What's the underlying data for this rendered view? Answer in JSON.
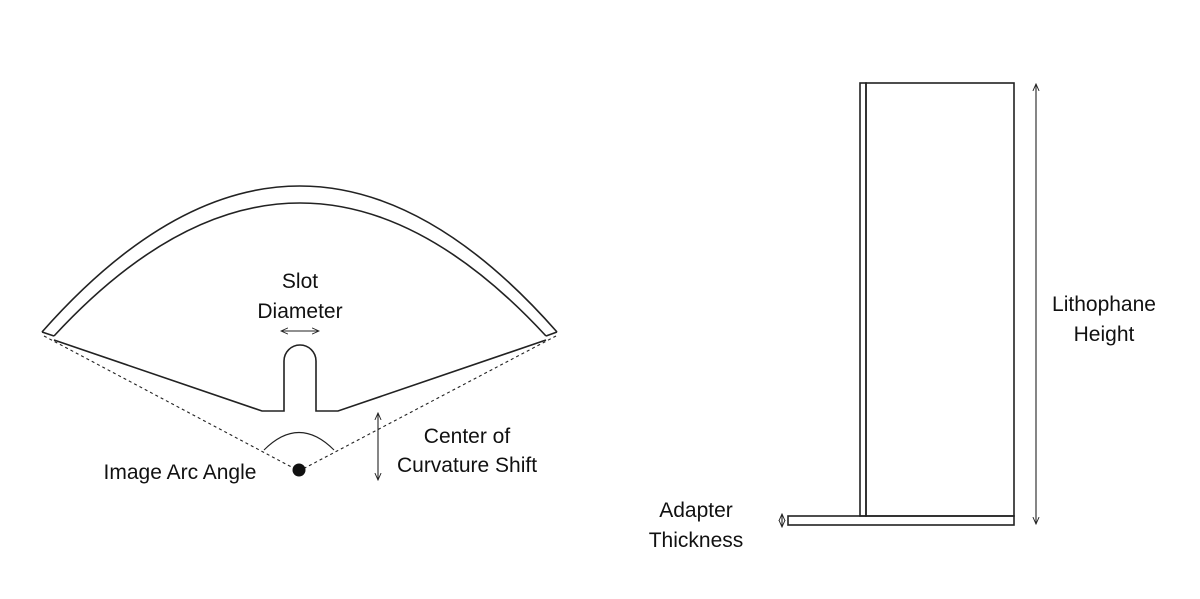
{
  "labels": {
    "slot": "Slot",
    "diameter": "Diameter",
    "center_of": "Center of",
    "curvature_shift": "Curvature Shift",
    "image_arc_angle": "Image Arc Angle",
    "adapter": "Adapter",
    "thickness": "Thickness",
    "lithophane": "Lithophane",
    "height": "Height"
  },
  "colors": {
    "line": "#222222",
    "text": "#111111",
    "background": "#ffffff"
  }
}
